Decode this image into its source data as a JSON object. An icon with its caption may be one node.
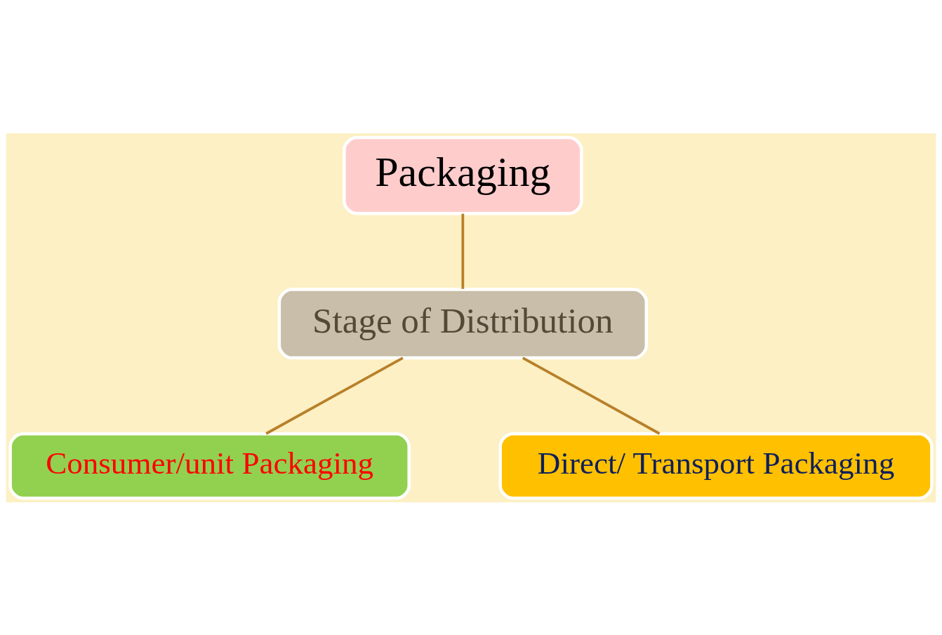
{
  "diagram": {
    "nodes": [
      {
        "text": [
          "Packaging"
        ]
      },
      {
        "text": [
          "Stage of Distribution"
        ]
      },
      {
        "text": [
          "Consumer/unit Packaging"
        ]
      },
      {
        "text": [
          "Direct/ Transport Packaging"
        ]
      }
    ],
    "edges": [
      {
        "from": 0,
        "to": 1,
        "arrow": "none"
      },
      {
        "from": 1,
        "to": 2,
        "arrow": "none"
      },
      {
        "from": 1,
        "to": 3,
        "arrow": "none"
      }
    ]
  }
}
